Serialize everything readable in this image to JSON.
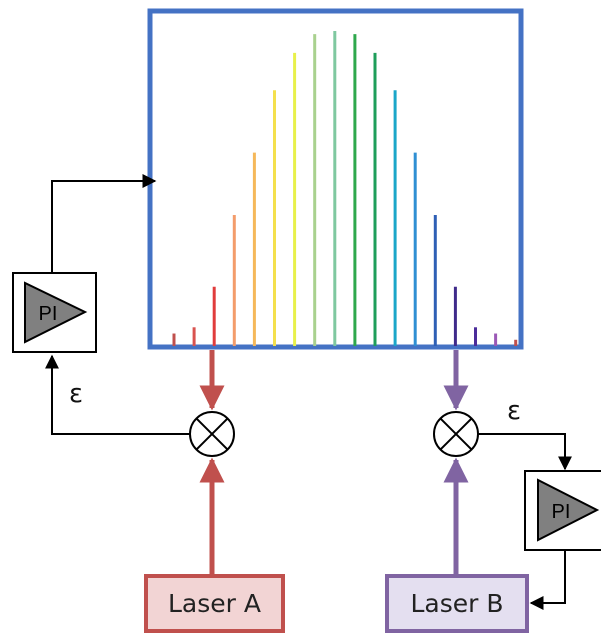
{
  "spectrum": {
    "box_color": "#4472c4",
    "comb_lines": [
      {
        "height": 4,
        "color": "#c0504d"
      },
      {
        "height": 6,
        "color": "#d9534f"
      },
      {
        "height": 19,
        "color": "#e03c3c"
      },
      {
        "height": 42,
        "color": "#f39c6b"
      },
      {
        "height": 62,
        "color": "#f5b85a"
      },
      {
        "height": 82,
        "color": "#f4e04d"
      },
      {
        "height": 94,
        "color": "#e8f04a"
      },
      {
        "height": 100,
        "color": "#a9d18e"
      },
      {
        "height": 101,
        "color": "#7fc8a0"
      },
      {
        "height": 100,
        "color": "#2ea84c"
      },
      {
        "height": 94,
        "color": "#1e9e5a"
      },
      {
        "height": 82,
        "color": "#1ba6c9"
      },
      {
        "height": 62,
        "color": "#2f8fd3"
      },
      {
        "height": 42,
        "color": "#2e5fb5"
      },
      {
        "height": 19,
        "color": "#3f2a8a"
      },
      {
        "height": 6,
        "color": "#4b2c9a"
      },
      {
        "height": 4,
        "color": "#9b59b6"
      },
      {
        "height": 2,
        "color": "#c0504d"
      }
    ]
  },
  "left_loop": {
    "controller_label": "PI",
    "error_symbol": "ε",
    "arrow_color": "#c0504d",
    "laser": {
      "label": "Laser A",
      "fill": "#f2d4d4",
      "border": "#c0504d"
    }
  },
  "right_loop": {
    "controller_label": "PI",
    "error_symbol": "ε",
    "arrow_color": "#8064a2",
    "laser": {
      "label": "Laser B",
      "fill": "#e4dff0",
      "border": "#8064a2"
    }
  },
  "controller_fill": "#808080"
}
